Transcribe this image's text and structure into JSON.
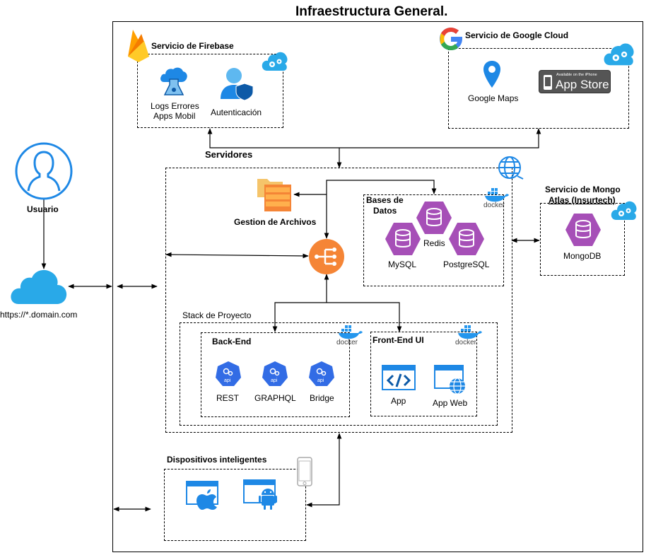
{
  "title": "Infraestructura General.",
  "user": {
    "label": "Usuario"
  },
  "internet": {
    "label": "https://*.domain.com"
  },
  "firebase": {
    "title": "Servicio de Firebase",
    "logs_line1": "Logs Errores",
    "logs_line2": "Apps Mobil",
    "auth": "Autenticación"
  },
  "gcloud": {
    "title": "Servicio de Google Cloud",
    "maps": "Google Maps",
    "appstore_small": "Available on the iPhone",
    "appstore_big": "App Store"
  },
  "servers": {
    "title": "Servidores",
    "files": "Gestion de Archivos"
  },
  "databases": {
    "title_line1": "Bases de",
    "title_line2": "Datos",
    "redis": "Redis",
    "mysql": "MySQL",
    "postgres": "PostgreSQL",
    "docker": "docker"
  },
  "mongo": {
    "title_line1": "Servicio de Mongo",
    "title_line2": "Atlas (Insurtech)",
    "db": "MongoDB"
  },
  "stack": {
    "title": "Stack de Proyecto",
    "backend": {
      "title": "Back-End",
      "rest": "REST",
      "graphql": "GRAPHQL",
      "bridge": "Bridge",
      "api": "api",
      "docker": "docker"
    },
    "frontend": {
      "title": "Front-End UI",
      "app": "App",
      "appweb": "App Web",
      "docker": "docker"
    }
  },
  "devices": {
    "title": "Dispositivos inteligentes"
  },
  "colors": {
    "azure_blue": "#1e88e5",
    "purple": "#a64fb7",
    "orange": "#f58536",
    "docker_blue": "#2496ed",
    "cloud_blue": "#29a9e8"
  }
}
